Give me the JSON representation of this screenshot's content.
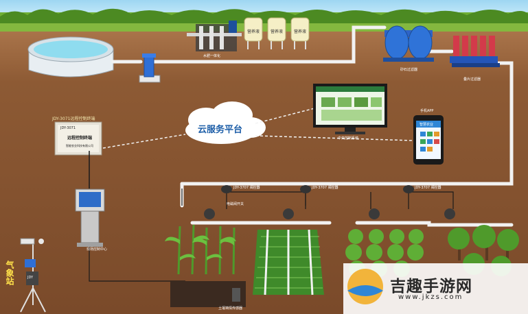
{
  "cloud": {
    "label": "云服务平台"
  },
  "tanks": {
    "labels": [
      "营养液",
      "营养液",
      "营养液"
    ]
  },
  "mixer": {
    "label": "水肥一体化"
  },
  "filters": {
    "sand_label": "砂石过滤器",
    "disk_label": "叠片过滤器"
  },
  "controller": {
    "title": "JDY-3071远程控制终端",
    "panel_model": "JDY-3071",
    "panel_title": "远程控制终端",
    "panel_company": "智能农业科技有限公司"
  },
  "pc": {
    "caption": "中央控制系统"
  },
  "phone": {
    "title": "手机APP",
    "app_header": "智慧农业"
  },
  "kiosk": {
    "label": "现场控制中心"
  },
  "valves": {
    "items": [
      "JDY-3707 阀控器",
      "JDY-3707 阀控器",
      "JDY-3707 阀控器"
    ],
    "solenoid": "电磁阀开关"
  },
  "soil": {
    "label": "土壤墒情传感器"
  },
  "weather": {
    "label": "气象站",
    "box": "JDY"
  },
  "watermark": {
    "text": "吉趣手游网",
    "url": "www.jkzs.com"
  },
  "colors": {
    "pipe": "#f2f2f2",
    "cloud_text": "#1d5ea8",
    "soil": "#8d5a34",
    "weather_text": "#ffe14a"
  }
}
